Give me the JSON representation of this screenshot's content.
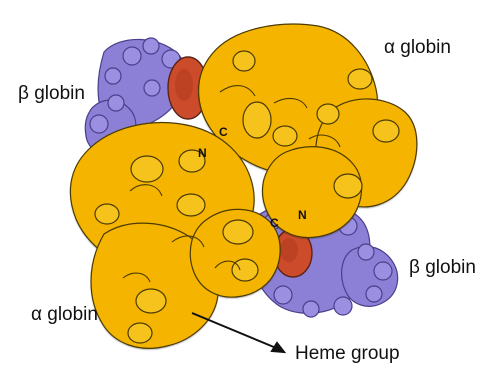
{
  "labels": {
    "alpha_top_right": "α globin",
    "beta_top_left": "β globin",
    "beta_bottom_right": "β globin",
    "alpha_bottom_left": "α globin",
    "heme_group": "Heme group"
  },
  "terminals": {
    "c_top": "C",
    "n_top": "N",
    "c_bottom": "C",
    "n_bottom": "N"
  },
  "colors": {
    "alpha_chain": "#f4b400",
    "beta_chain": "#8b7fd6",
    "heme": "#cc4b2a",
    "outline": "#1e1e1e"
  }
}
